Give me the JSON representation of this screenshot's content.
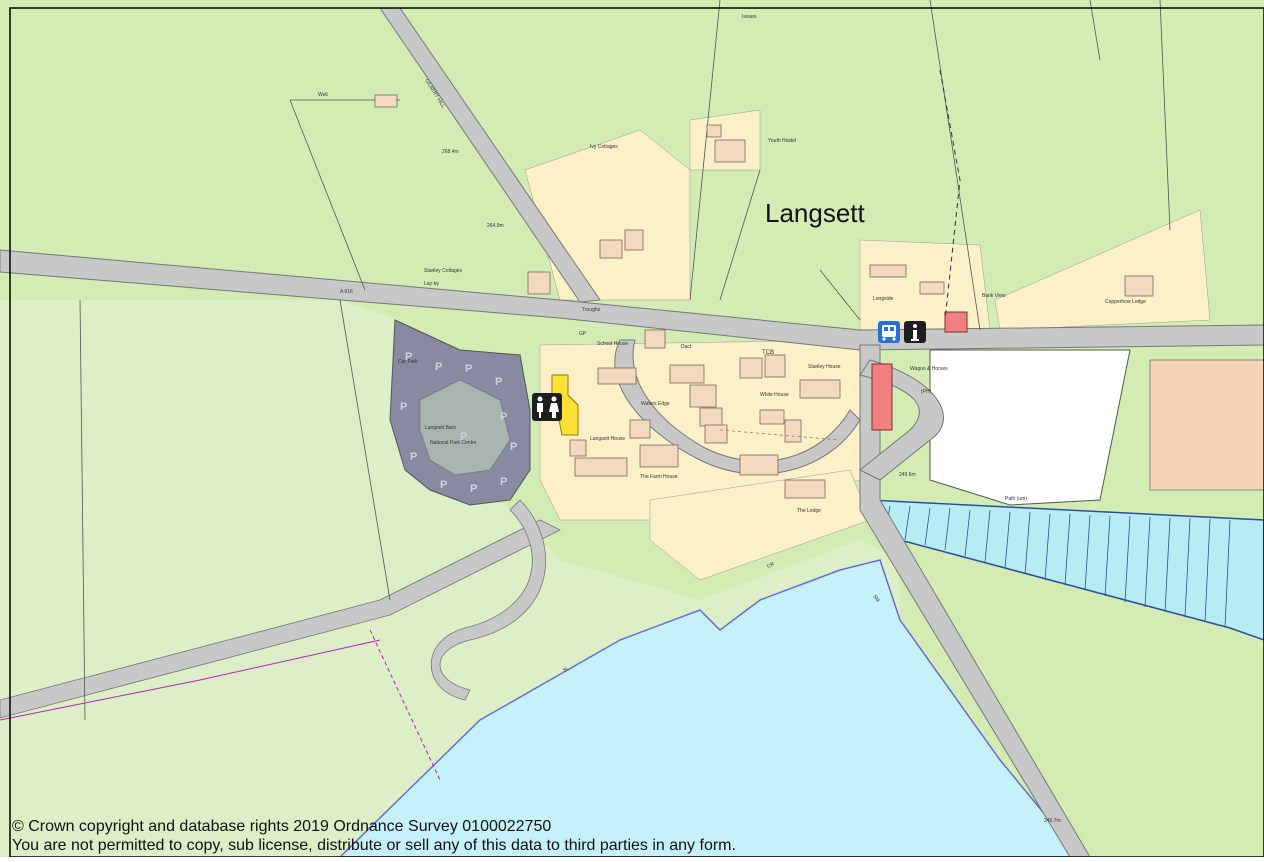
{
  "map": {
    "place_name": "Langsett",
    "colors": {
      "field_green": "#d2ecb4",
      "woodland_green": "#dcefc7",
      "village_yellow": "#fcf0c8",
      "road_grey": "#c8c8c8",
      "water_blue": "#c5f2fa",
      "car_park": "#878aa0",
      "building": "#f3d9c0",
      "toilet_yellow": "#ffe033",
      "pub_red": "#f08080",
      "bus_blue": "#2a6fd6",
      "border": "#000000"
    },
    "labels": {
      "issues": "Issues",
      "well": "Well",
      "gilbert_hill": "GILBERT HILL",
      "spot_2684": "268.4m",
      "ivy_cottages": "Ivy Cottages",
      "youth_hostel": "Youth Hostel",
      "spot_2649": "264.9m",
      "stanley_cottages": "Stanley Cottages",
      "lay_by": "Lay-by",
      "a616": "A 616",
      "troughs": "Troughs",
      "langside": "Langside",
      "bank_view": "Bank View",
      "copperhow_lodge": "Copperhow Lodge",
      "gp": "GP",
      "school_house": "School House",
      "duct": "Duct",
      "tcb": "TCB",
      "stanley_house": "Stanley House",
      "wagon_horses": "Wagon & Horses",
      "ph": "(PH)",
      "car_park": "Car Park",
      "langsett_barn": "Langsett Barn",
      "national_park_centre": "National Park Centre",
      "waters_edge": "Waters Edge",
      "langsett_house": "Langsett House",
      "white_house": "White House",
      "the_farm_house": "The Farm House",
      "the_lodge": "The Lodge",
      "spot_2496": "249.6m",
      "path_unk": "Path (um)",
      "cr": "CR",
      "sm": "SM",
      "sl": "SL",
      "spot_2467": "246.7m"
    },
    "icons": {
      "bus": "bus-stop-icon",
      "info": "information-icon",
      "toilets": "toilets-icon",
      "parking": "parking-icon"
    }
  },
  "footer": {
    "line1": "© Crown copyright and database rights 2019   Ordnance Survey 0100022750",
    "line2": "You are not permitted to copy, sub license, distribute or sell any of this data to third parties in any form."
  }
}
